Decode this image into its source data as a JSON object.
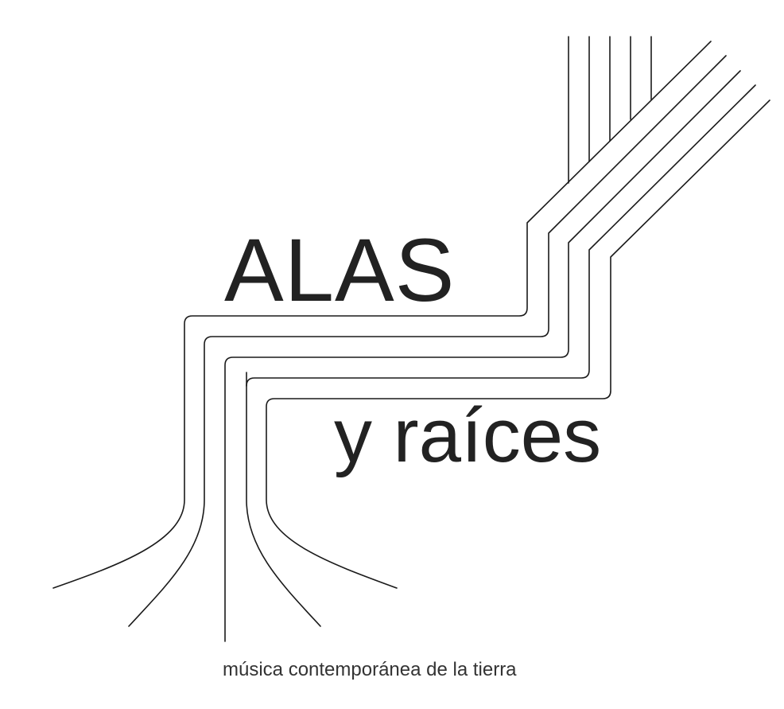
{
  "logo": {
    "title_line1": "ALAS",
    "title_line2": "y raíces",
    "tagline": "música contemporánea de la tierra"
  },
  "colors": {
    "ink": "#1a1a1a",
    "background": "#ffffff"
  }
}
